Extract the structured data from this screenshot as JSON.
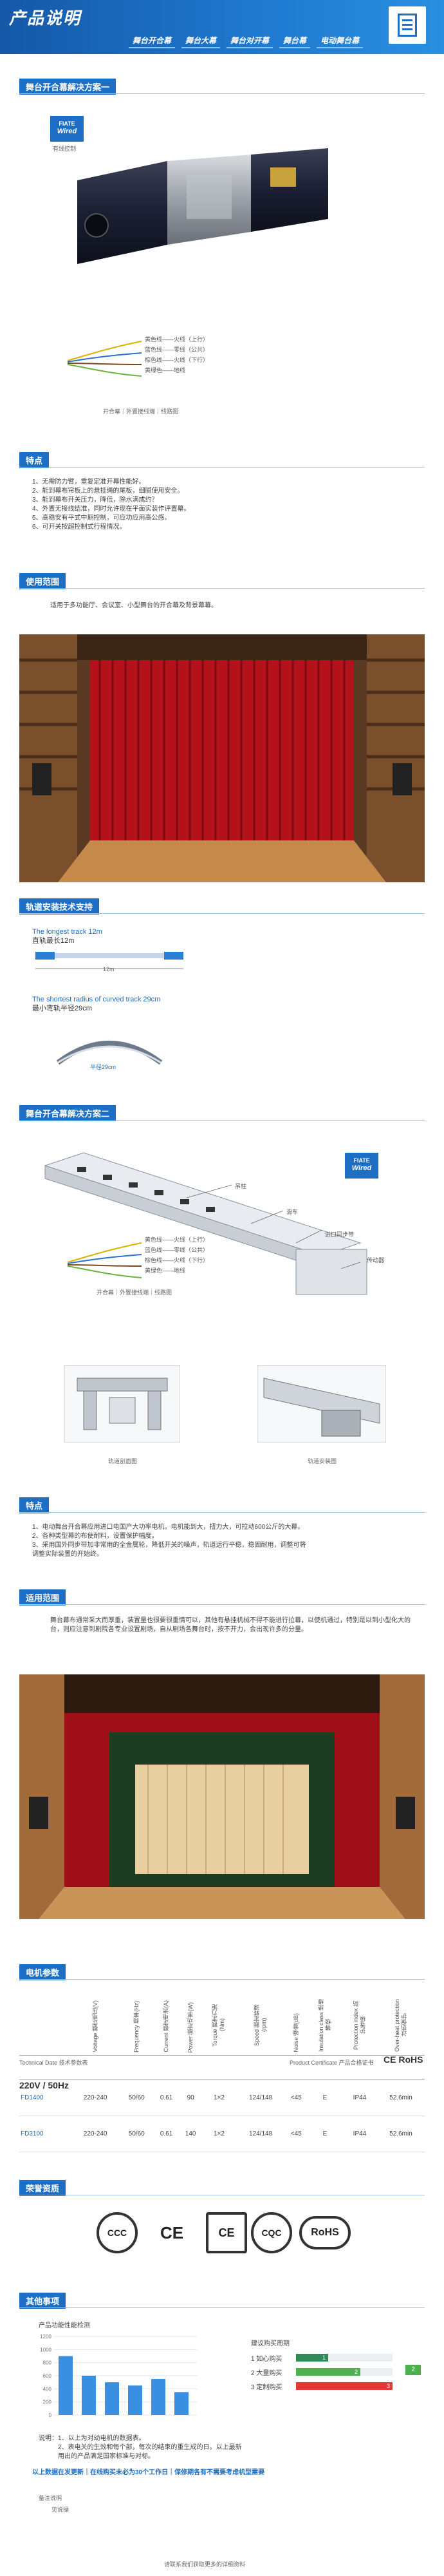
{
  "header": {
    "title": "产品说明",
    "nav": [
      "舞台开合幕",
      "舞台大幕",
      "舞台对开幕",
      "舞台幕",
      "电动舞台幕"
    ]
  },
  "sections": {
    "solution1": "舞台开合幕解决方案一",
    "features": "特点",
    "usage": "使用范围",
    "track": "轨道安装技术支持",
    "solution2": "舞台开合幕解决方案二",
    "features2": "特点",
    "usage2": "适用范围",
    "motor": "电机参数",
    "honor": "荣誉资质",
    "other": "其他事项"
  },
  "badge": {
    "line1": "FIATE",
    "line2": "Wired",
    "caption": "有线控制"
  },
  "wires1": {
    "labels": [
      "黄色线——火线（上行）",
      "蓝色线——零线（公共）",
      "棕色线——火线（下行）",
      "黄绿色——地线"
    ],
    "caption": "开合幕｜外置接线端｜线路图"
  },
  "features1": [
    "1、无需防力臂，重复定准开幕性能好。",
    "2、能到幕布帘板上的悬挂绳的尾板，细腻使用安全。",
    "3、能到幕布开关压力，降低，除水满成约？",
    "4、外置无接线结准，同时允许现在平面实装作评置幕。",
    "5、高稳安有平式中期控制，可应功应用高公感。",
    "6、可开关按超控制式行程情况。"
  ],
  "usage1": "适用于多功能厅、会议室、小型舞台的开合幕及背景幕幕。",
  "track": {
    "long_en": "The longest track 12m",
    "long_cn": "直轨最长12m",
    "long_dim": "12m",
    "short_en": "The shortest radius of curved track 29cm",
    "short_cn": "最小弯轨半径29cm",
    "short_dim": "半径29cm"
  },
  "solution2_labels": {
    "a": "吊柱",
    "b": "滑车",
    "c": "进口同步带",
    "d": "传动器"
  },
  "wires2": {
    "labels": [
      "黄色线——火线（上行）",
      "蓝色线——零线（公共）",
      "棕色线——火线（下行）",
      "黄绿色——地线"
    ],
    "caption": "开合幕｜外置接线端｜线路图"
  },
  "profiles": {
    "left": "轨道剖面图",
    "right": "轨道安装图"
  },
  "features2": [
    "1、电动舞台开合幕应用进口电国产大功率电机，电机能到大，扭力大，可拉动600公斤的大幕。",
    "2、各种类型幕的布使耐料，设置保护幅度。",
    "3、采用国外同步带加非常用的全金属轮，降低开关的噪声，轨道运行平稳，稳固耐用，调整可将",
    "    调整实际装置的开始终。"
  ],
  "usage2": "舞台幕布通常采大而厚重，装置量也很要很重情可以，其他有悬挂机械不得不能进行拉幕，以使机通过，特别是以到小型化大的台，则应注意到剧院各专业设置剧场，自从剧场各舞台时，按不开力，会出现许多的分量。",
  "spec": {
    "power": "220V / 50Hz",
    "cert_line": "Product Certificate 产品合格证书",
    "technical": "Technical Date 技术参数表",
    "headers": [
      "Voltage 额定电压(V)",
      "Frequency 频率(Hz)",
      "Current 额定电流(A)",
      "Power 额定功率(W)",
      "Torque 额定力矩(Nm)",
      "Speed 额定转速(rpm)",
      "Noise 噪音(dB)",
      "Insulation class 绝缘等级",
      "Protection index 防护等级",
      "Over-heat protection 过热保护"
    ],
    "rows": [
      [
        "FD1400",
        "220-240",
        "50/60",
        "0.61",
        "90",
        "1×2",
        "124/148",
        "<45",
        "E",
        "IP44",
        "52.6min"
      ],
      [
        "FD3100",
        "220-240",
        "50/60",
        "0.61",
        "140",
        "1×2",
        "124/148",
        "<45",
        "E",
        "IP44",
        "52.6min"
      ]
    ]
  },
  "certs": [
    "CCC",
    "CE",
    "CE",
    "CQC",
    "RoHS"
  ],
  "chart_data": {
    "type": "bar",
    "title": "产品功能性能检测",
    "categories": [
      "",
      "",
      "",
      "",
      "",
      ""
    ],
    "values": [
      900,
      600,
      500,
      450,
      550,
      350
    ],
    "ylim": [
      0,
      1200
    ],
    "ylabel": "",
    "xlabel": ""
  },
  "progress": {
    "title": "建议购买周期",
    "rows": [
      {
        "label": "如心购买",
        "value": 1,
        "color": "#2e8b57"
      },
      {
        "label": "大量购买",
        "value": 2,
        "color": "#4caf50"
      },
      {
        "label": "定制购买",
        "value": 3,
        "color": "#e53935"
      }
    ],
    "side_value": "2"
  },
  "notes": [
    "说明：1、以上为对幼电机的数据表。",
    "2、表电关的生效和每个部，每次的结束的重生成的日。以上最新",
    "用出的产品满足国家标准与对标。"
  ],
  "blue_strip": "以上数据在发更新｜在线购买未必为30个工作日｜保修期各有不需要考虑机型需要",
  "sub_note_title": "备注说明",
  "sub_note": "见说操",
  "footer": "请联系我们获取更多的详细资料"
}
